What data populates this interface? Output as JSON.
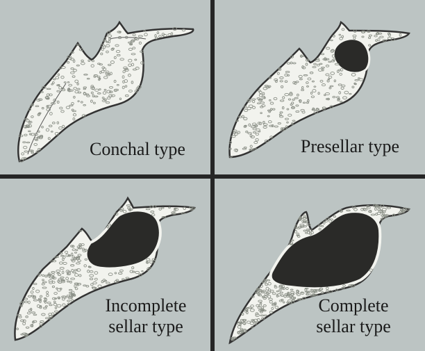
{
  "panels": [
    {
      "label": "Conchal type",
      "lines": [
        "Conchal type"
      ]
    },
    {
      "label": "Presellar type",
      "lines": [
        "Presellar type"
      ]
    },
    {
      "label": "Incomplete sellar type",
      "lines": [
        "Incomplete",
        "sellar type"
      ]
    },
    {
      "label": "Complete sellar type",
      "lines": [
        "Complete",
        "sellar type"
      ]
    }
  ],
  "colors": {
    "background": "#bcc4c3",
    "divider": "#262626",
    "bone_fill": "#f2f3ee",
    "bone_outline": "#333333",
    "trabecular_dots": "#8a8f86",
    "air_cavity": "#2a2a28"
  }
}
